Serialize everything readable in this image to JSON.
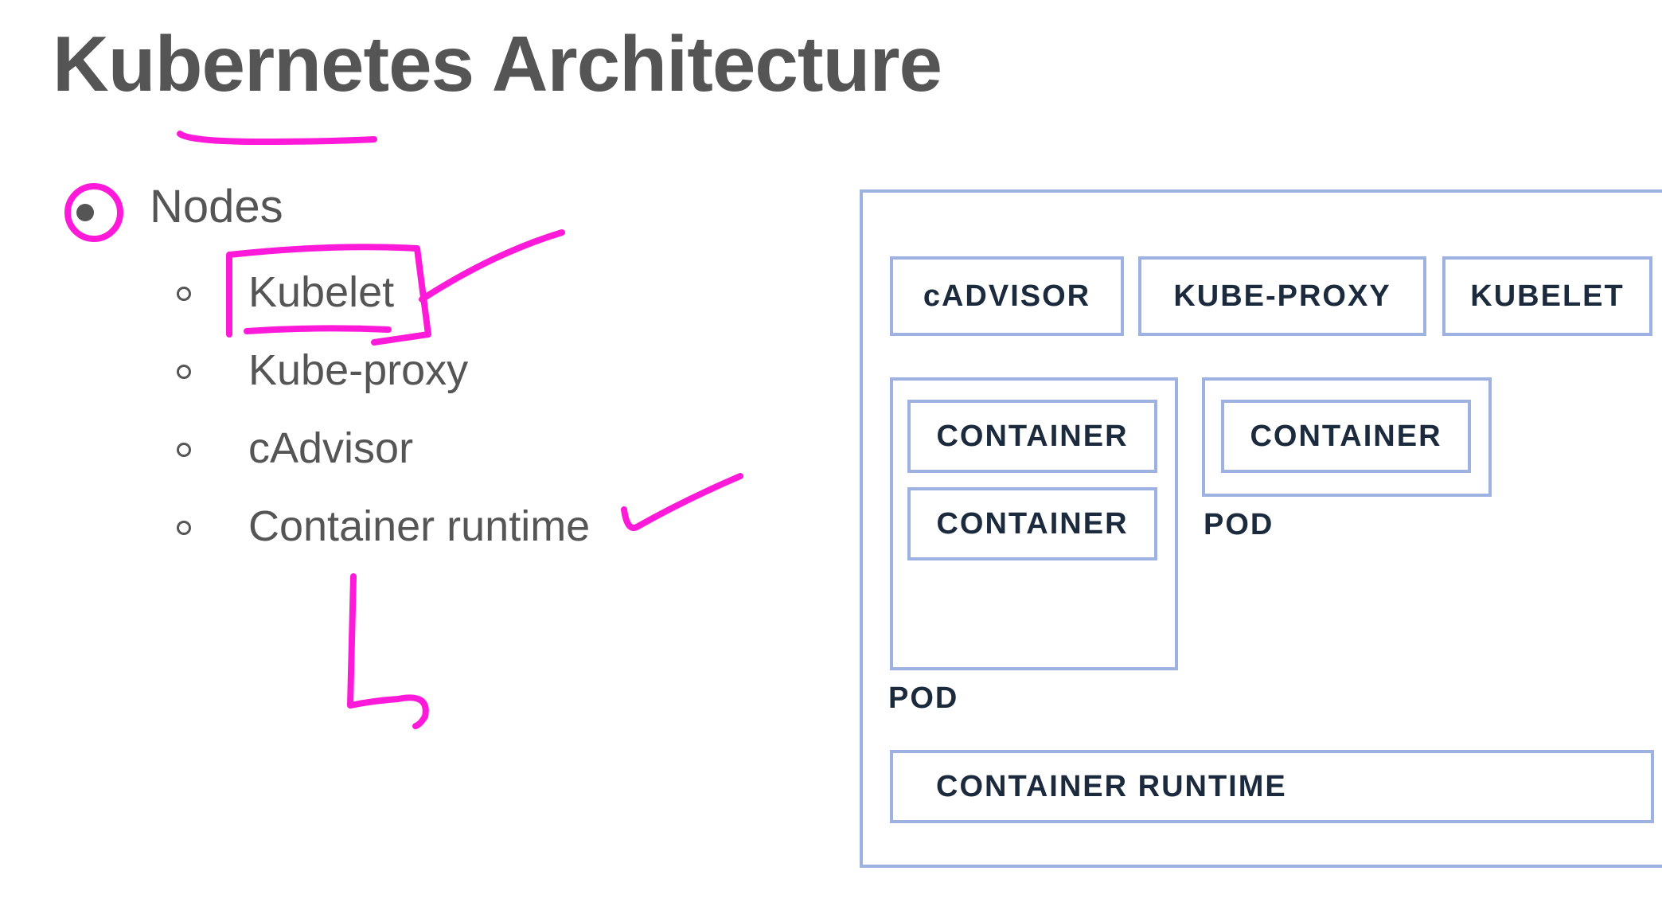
{
  "slide": {
    "title": "Kubernetes Architecture",
    "level1_item": "Nodes",
    "sub_items": [
      "Kubelet",
      "Kube-proxy",
      "cAdvisor",
      "Container runtime"
    ]
  },
  "diagram": {
    "node_components": [
      "cADVISOR",
      "KUBE-PROXY",
      "KUBELET"
    ],
    "pod1": {
      "label": "POD",
      "containers": [
        "CONTAINER",
        "CONTAINER"
      ]
    },
    "pod2": {
      "label": "POD",
      "containers": [
        "CONTAINER"
      ]
    },
    "runtime_label": "CONTAINER RUNTIME"
  },
  "colors": {
    "annotation": "#ff1ad9",
    "diagram_border": "#9db2e0",
    "diagram_text": "#1b2a3d",
    "body_text": "#555555"
  }
}
